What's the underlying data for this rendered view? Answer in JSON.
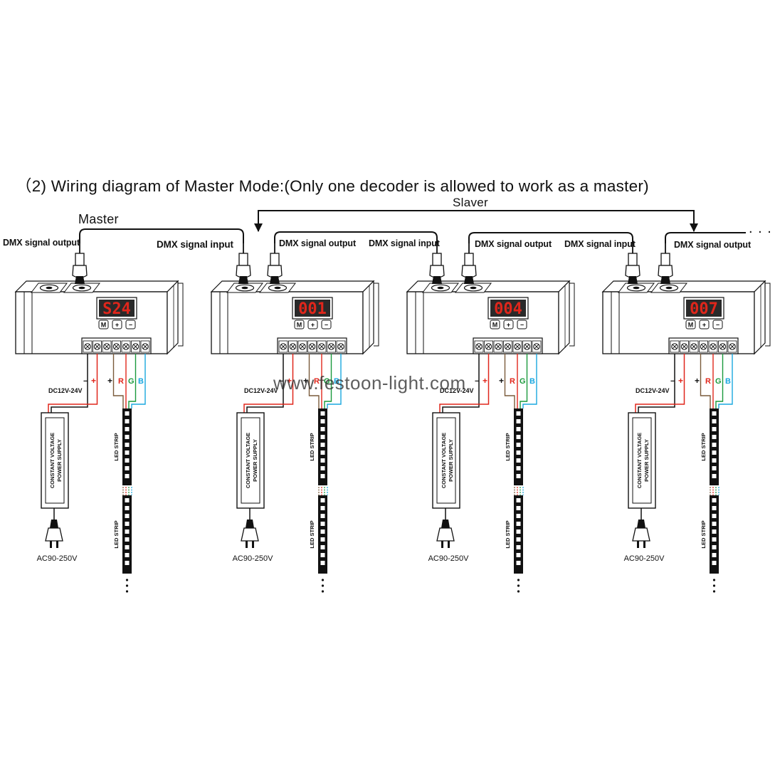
{
  "title": "（2) Wiring diagram of Master Mode:(Only one decoder is allowed to work as a master)",
  "labels": {
    "master": "Master",
    "slaver": "Slaver",
    "dmx_output": "DMX signal output",
    "dmx_input": "DMX signal input",
    "continuation": ". . .",
    "watermark": "www.festoon-light.com"
  },
  "decoders": [
    {
      "display": "S24",
      "role": "master"
    },
    {
      "display": "001",
      "role": "slave"
    },
    {
      "display": "004",
      "role": "slave"
    },
    {
      "display": "007",
      "role": "slave"
    }
  ],
  "buttons": [
    "M",
    "+",
    "−"
  ],
  "terminals": {
    "minus": "−",
    "plus": "+",
    "plus2": "+",
    "r": "R",
    "g": "G",
    "b": "B"
  },
  "power_supply": {
    "line1": "CONSTANT VOLTAGE",
    "line2": "POWER SUPPLY",
    "dc_label": "DC12V-24V",
    "ac_label": "AC90-250V"
  },
  "led_strip_label": "LED STRIP",
  "colors": {
    "line": "#111111",
    "positive": "#e0261b",
    "red": "#e0261b",
    "green": "#1a9a3c",
    "blue": "#19a7df",
    "display_digit": "#e0261b",
    "display_bg": "#2a2a2a",
    "brown": "#7a5a3a"
  }
}
